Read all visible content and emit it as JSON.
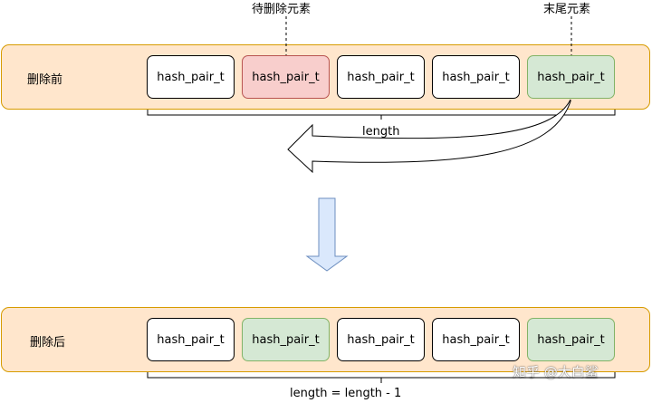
{
  "labels": {
    "to_delete": "待删除元素",
    "tail": "末尾元素",
    "before": "删除前",
    "after": "删除后",
    "length_before": "length",
    "length_after": "length = length - 1",
    "watermark": "知乎 @大白鲨"
  },
  "before_row": {
    "cells": [
      "hash_pair_t",
      "hash_pair_t",
      "hash_pair_t",
      "hash_pair_t",
      "hash_pair_t"
    ],
    "states": [
      "normal",
      "delete",
      "normal",
      "normal",
      "tail"
    ]
  },
  "after_row": {
    "cells": [
      "hash_pair_t",
      "hash_pair_t",
      "hash_pair_t",
      "hash_pair_t",
      "hash_pair_t"
    ],
    "states": [
      "normal",
      "tail",
      "normal",
      "normal",
      "tail"
    ]
  },
  "colors": {
    "panel_fill": "#ffe6cc",
    "panel_stroke": "#d79b00",
    "delete_fill": "#f8cecc",
    "delete_stroke": "#b85450",
    "tail_fill": "#d5e8d4",
    "tail_stroke": "#82b366",
    "down_arrow_fill": "#dae8fc",
    "down_arrow_stroke": "#6c8ebf"
  }
}
